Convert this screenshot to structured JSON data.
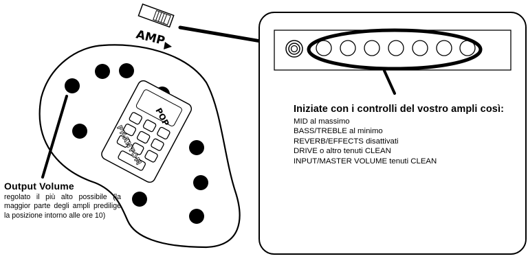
{
  "pedal": {
    "switch_label": "AMP",
    "display_word": "POP",
    "brand_text": "PHANTOM"
  },
  "output_volume": {
    "title": "Output Volume",
    "description": "regolato il più alto possibile (la maggior parte degli ampli predilige la posizione intorno alle ore 10)"
  },
  "amp_panel": {
    "jack_count": 1,
    "knob_count": 7,
    "title": "Iniziate con i controlli del vostro ampli così:",
    "settings": [
      "MID al massimo",
      "BASS/TREBLE al minimo",
      "REVERB/EFFECTS disattivati",
      "DRIVE o altro tenuti CLEAN",
      "INPUT/MASTER VOLUME tenuti CLEAN"
    ]
  },
  "colors": {
    "ink": "#000000",
    "paper": "#ffffff"
  }
}
